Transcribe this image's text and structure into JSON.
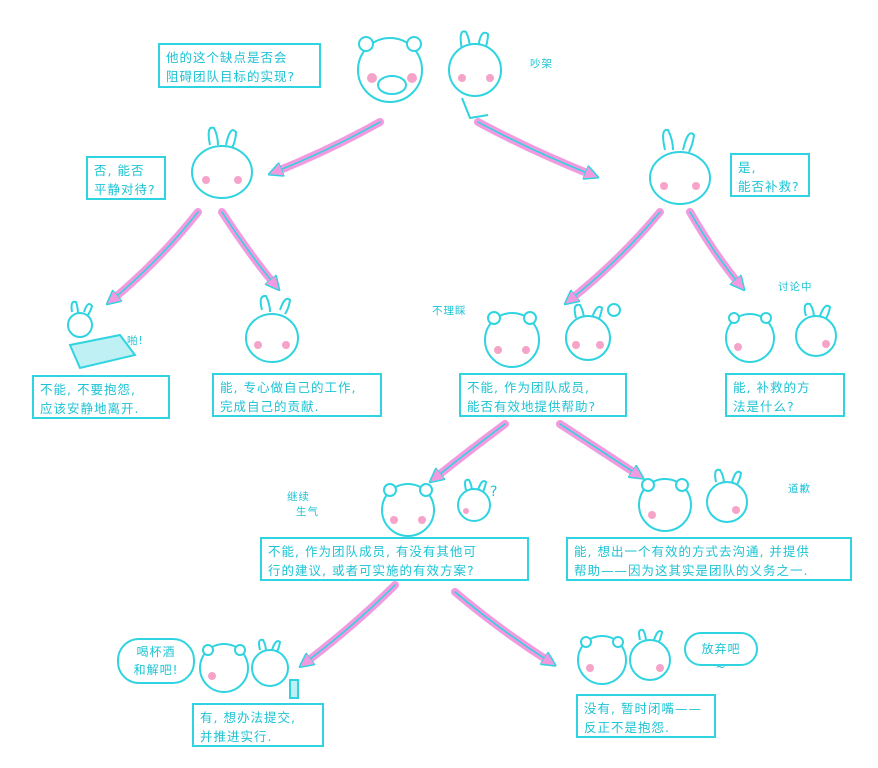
{
  "colors": {
    "line": "#2fd4e0",
    "arrow": "#f29ae0",
    "blush": "#f5a3c8"
  },
  "nodes": {
    "root": {
      "line1": "他的这个缺点是否会",
      "line2": "阻碍团队目标的实现?",
      "tag": "吵架"
    },
    "no": {
      "line1": "否, 能否",
      "line2": "平静对待?"
    },
    "yes": {
      "line1": "是,",
      "line2": "能否补救?"
    },
    "no_no": {
      "line1": "不能, 不要抱怨,",
      "line2": "应该安静地离开.",
      "tag": "啪!"
    },
    "no_yes": {
      "line1": "能, 专心做自己的工作,",
      "line2": "完成自己的贡献."
    },
    "yes_no": {
      "line1": "不能, 作为团队成员,",
      "line2": "能否有效地提供帮助?",
      "tag": "不理睬"
    },
    "yes_yes": {
      "line1": "能, 补救的方",
      "line2": "法是什么?",
      "tag": "讨论中"
    },
    "help_no": {
      "line1": "不能, 作为团队成员, 有没有其他可",
      "line2": "行的建议, 或者可实施的有效方案?",
      "tag1": "继续",
      "tag2": "生气",
      "tag3": "?"
    },
    "help_yes": {
      "line1": "能, 想出一个有效的方式去沟通, 并提供",
      "line2": "帮助——因为这其实是团队的义务之一.",
      "tag": "道歉"
    },
    "plan_yes": {
      "line1": "有, 想办法提交,",
      "line2": "并推进实行.",
      "bubble1": "喝杯酒",
      "bubble2": "和解吧!"
    },
    "plan_no": {
      "line1": "没有, 暂时闭嘴——",
      "line2": "反正不是抱怨.",
      "bubble": "放弃吧~"
    }
  }
}
